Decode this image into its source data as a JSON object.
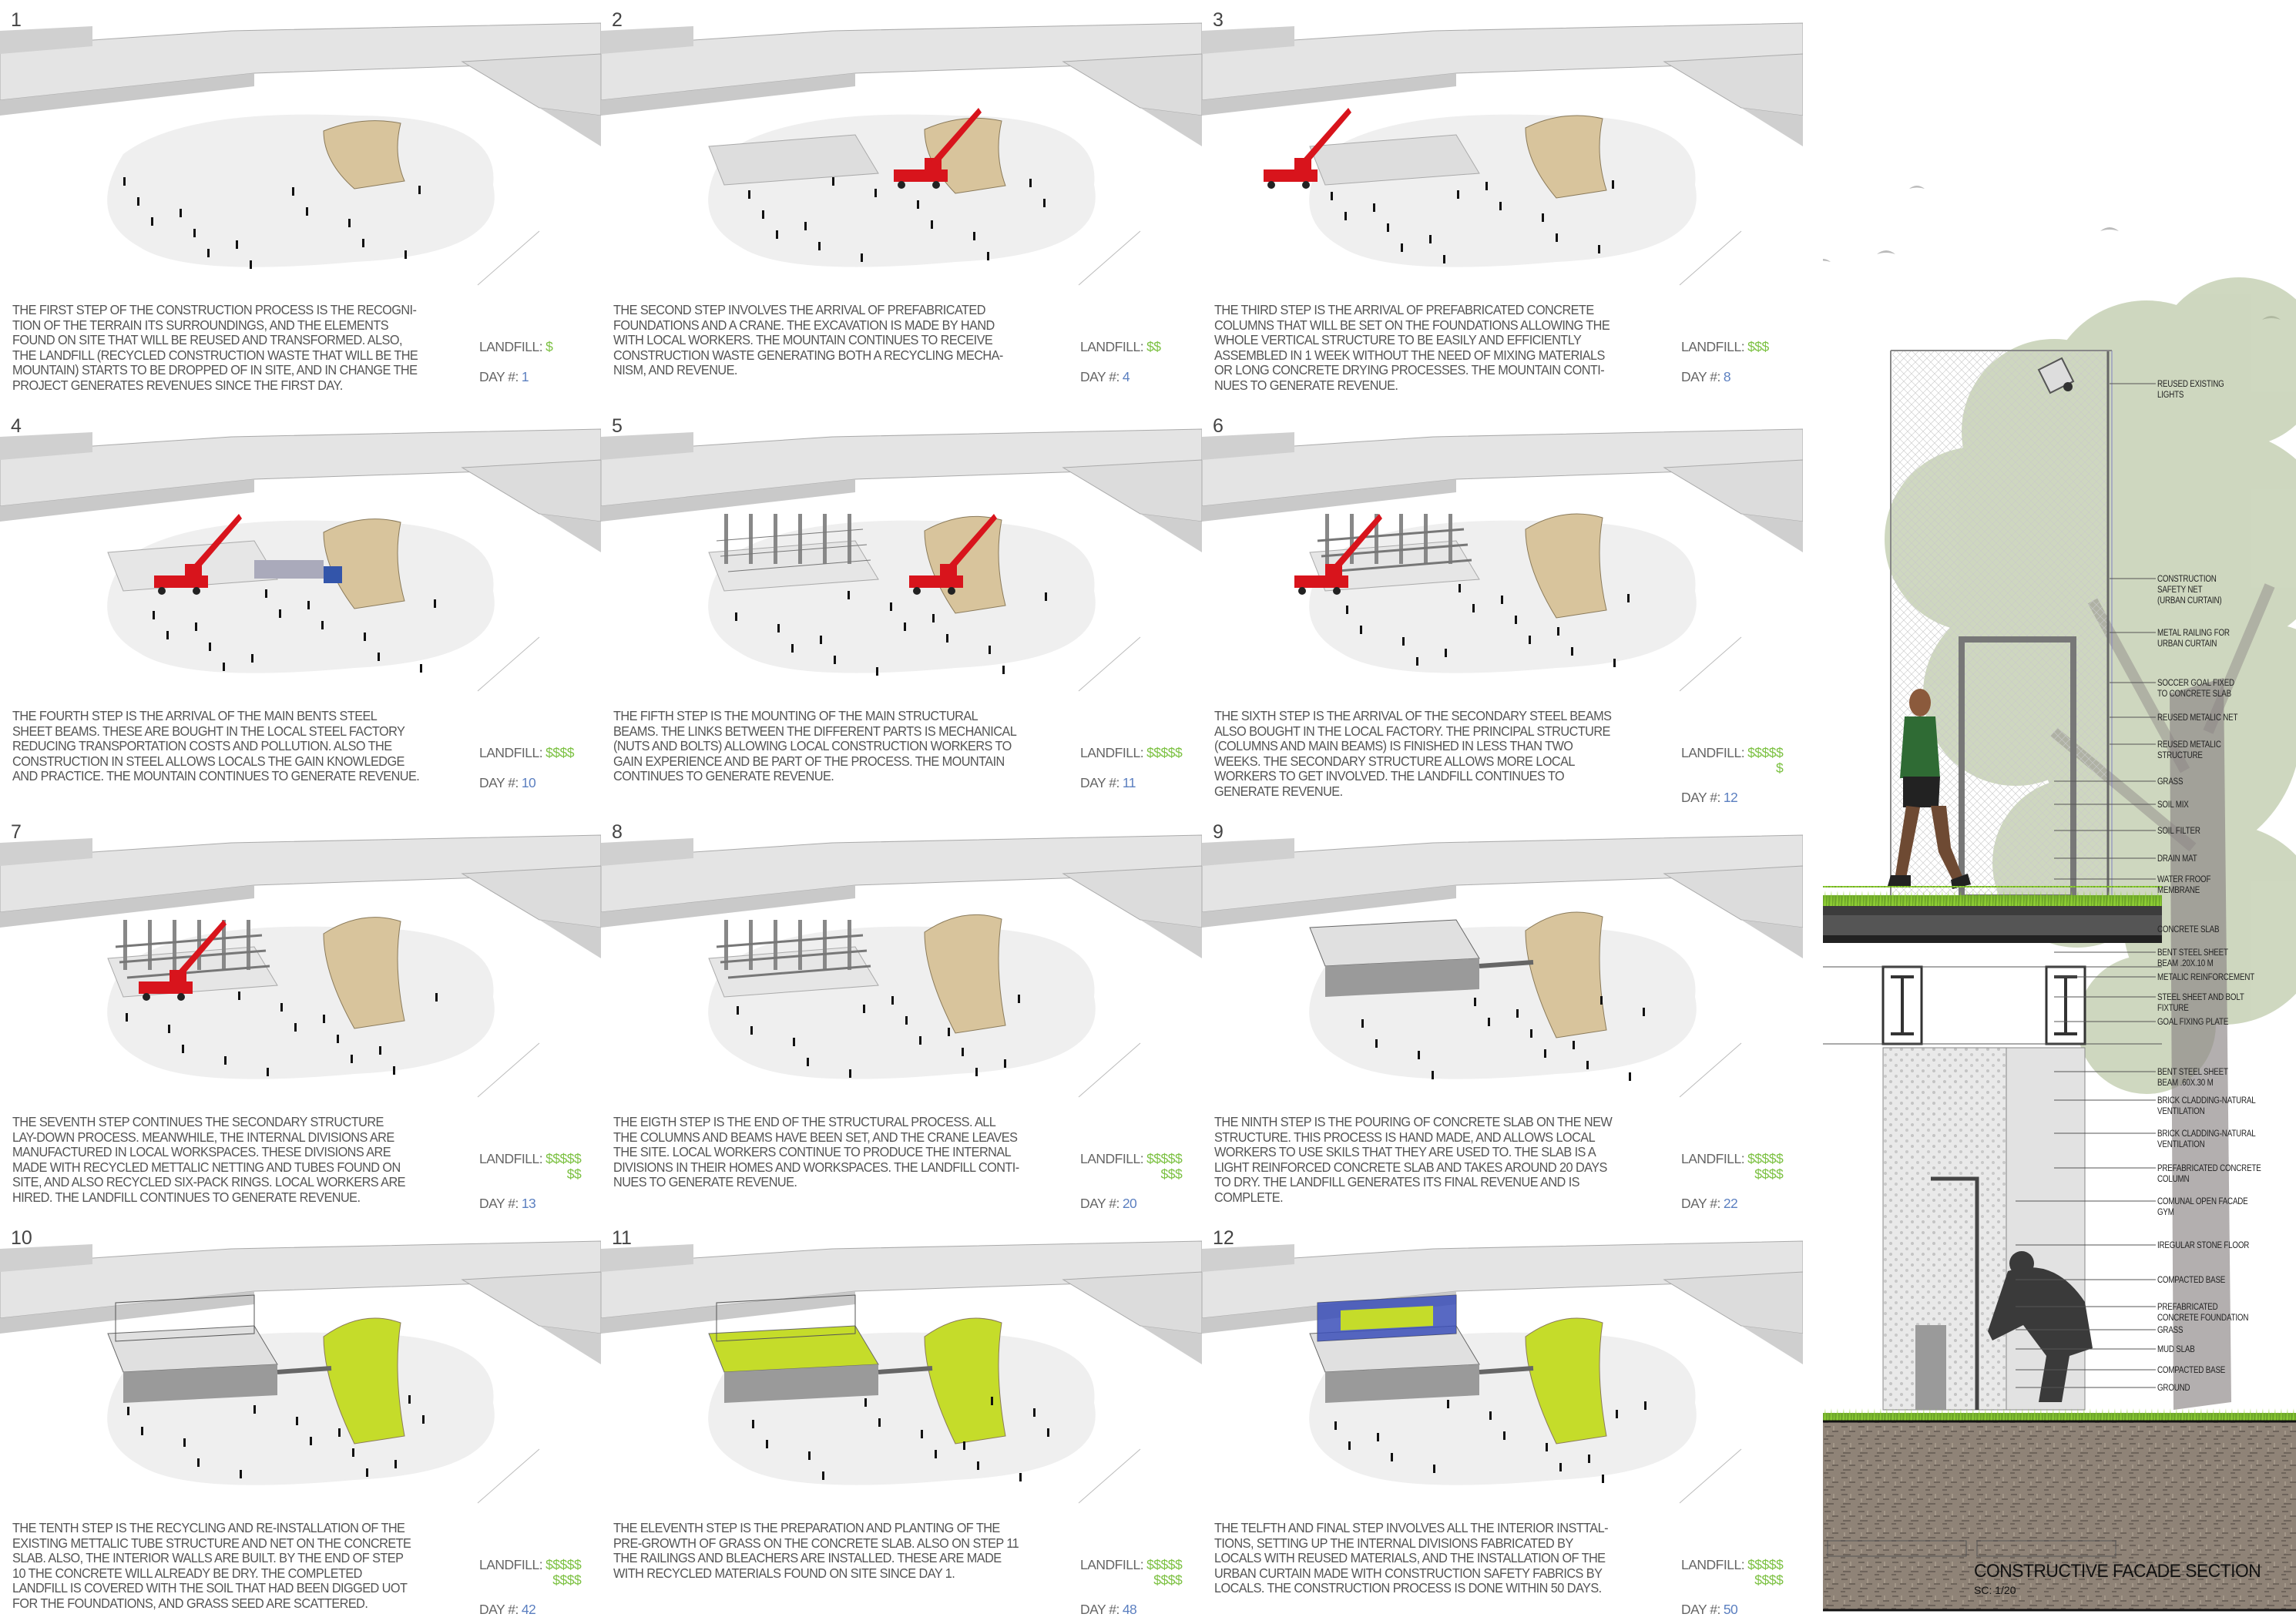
{
  "steps": [
    {
      "number": "1",
      "text": "THE FIRST STEP OF THE CONSTRUCTION PROCESS IS THE RECOGNI-\nTION OF THE TERRAIN ITS SURROUNDINGS, AND THE ELEMENTS\nFOUND ON SITE THAT WILL BE REUSED AND TRANSFORMED. ALSO,\nTHE LANDFILL (RECYCLED CONSTRUCTION WASTE THAT WILL BE THE\nMOUNTAIN) STARTS TO BE DROPPED OF IN SITE, AND IN CHANGE THE\nPROJECT GENERATES REVENUES SINCE THE FIRST DAY.",
      "landfill_label": "LANDFILL:",
      "landfill": "$",
      "day_label": "DAY #:",
      "day": "1"
    },
    {
      "number": "2",
      "text": "THE SECOND STEP INVOLVES THE ARRIVAL OF PREFABRICATED\nFOUNDATIONS AND A CRANE. THE EXCAVATION IS MADE BY HAND\nWITH LOCAL WORKERS. THE MOUNTAIN CONTINUES TO RECEIVE\nCONSTRUCTION WASTE GENERATING BOTH A RECYCLING MECHA-\nNISM, AND REVENUE.",
      "landfill_label": "LANDFILL:",
      "landfill": "$$",
      "day_label": "DAY #:",
      "day": "4"
    },
    {
      "number": "3",
      "text": "THE THIRD STEP IS THE ARRIVAL OF PREFABRICATED CONCRETE\nCOLUMNS THAT WILL BE SET ON THE FOUNDATIONS ALLOWING THE\nWHOLE VERTICAL STRUCTURE TO BE EASILY AND EFFICIENTLY\nASSEMBLED IN 1 WEEK WITHOUT THE NEED OF MIXING MATERIALS\nOR LONG CONCRETE DRYING PROCESSES. THE MOUNTAIN CONTI-\nNUES TO GENERATE REVENUE.",
      "landfill_label": "LANDFILL:",
      "landfill": "$$$",
      "day_label": "DAY #:",
      "day": "8"
    },
    {
      "number": "4",
      "text": "THE FOURTH STEP IS THE ARRIVAL OF THE MAIN BENTS STEEL\nSHEET BEAMS. THESE ARE BOUGHT IN THE LOCAL STEEL FACTORY\nREDUCING TRANSPORTATION COSTS AND POLLUTION. ALSO THE\nCONSTRUCTION IN STEEL ALLOWS LOCALS THE GAIN KNOWLEDGE\nAND PRACTICE. THE MOUNTAIN CONTINUES TO GENERATE REVENUE.",
      "landfill_label": "LANDFILL:",
      "landfill": "$$$$",
      "day_label": "DAY #:",
      "day": "10"
    },
    {
      "number": "5",
      "text": "THE FIFTH STEP IS THE MOUNTING OF THE MAIN STRUCTURAL\nBEAMS. THE LINKS BETWEEN THE DIFFERENT PARTS IS MECHANICAL\n(NUTS AND BOLTS) ALLOWING LOCAL CONSTRUCTION WORKERS TO\nGAIN EXPERIENCE AND BE PART OF THE PROCESS. THE MOUNTAIN\nCONTINUES TO GENERATE REVENUE.",
      "landfill_label": "LANDFILL:",
      "landfill": "$$$$$",
      "day_label": "DAY #:",
      "day": "11"
    },
    {
      "number": "6",
      "text": "THE SIXTH STEP IS THE ARRIVAL OF THE SECONDARY STEEL BEAMS\nALSO BOUGHT IN THE LOCAL FACTORY. THE PRINCIPAL STRUCTURE\n(COLUMNS AND MAIN BEAMS) IS FINISHED IN LESS THAN TWO\nWEEKS. THE SECONDARY STRUCTURE ALLOWS MORE LOCAL\nWORKERS TO GET INVOLVED. THE LANDFILL CONTINUES TO\nGENERATE REVENUE.",
      "landfill_label": "LANDFILL:",
      "landfill": "$$$$$\n$",
      "day_label": "DAY #:",
      "day": "12"
    },
    {
      "number": "7",
      "text": "THE SEVENTH STEP CONTINUES THE SECONDARY STRUCTURE\nLAY-DOWN PROCESS. MEANWHILE, THE INTERNAL DIVISIONS ARE\nMANUFACTURED IN LOCAL WORKSPACES. THESE DIVISIONS ARE\nMADE WITH RECYCLED METTALIC NETTING AND TUBES FOUND ON\nSITE, AND ALSO RECYCLED SIX-PACK RINGS. LOCAL WORKERS ARE\nHIRED. THE LANDFILL CONTINUES TO GENERATE REVENUE.",
      "landfill_label": "LANDFILL:",
      "landfill": "$$$$$\n$$",
      "day_label": "DAY #:",
      "day": "13"
    },
    {
      "number": "8",
      "text": "THE EIGTH STEP IS THE END OF THE STRUCTURAL PROCESS. ALL\nTHE COLUMNS AND BEAMS HAVE BEEN SET, AND THE CRANE LEAVES\nTHE SITE. LOCAL WORKERS CONTINUE TO PRODUCE THE INTERNAL\nDIVISIONS IN THEIR HOMES AND WORKSPACES. THE LANDFILL CONTI-\nNUES TO GENERATE REVENUE.",
      "landfill_label": "LANDFILL:",
      "landfill": "$$$$$\n$$$",
      "day_label": "DAY #:",
      "day": "20"
    },
    {
      "number": "9",
      "text": "THE NINTH STEP IS THE POURING OF CONCRETE SLAB ON THE NEW\nSTRUCTURE. THIS PROCESS IS HAND MADE, AND ALLOWS LOCAL\nWORKERS TO USE SKILS THAT THEY ARE USED TO. THE SLAB IS A\nLIGHT REINFORCED CONCRETE SLAB AND TAKES AROUND 20 DAYS\nTO DRY. THE LANDFILL GENERATES ITS FINAL REVENUE AND IS\nCOMPLETE.",
      "landfill_label": "LANDFILL:",
      "landfill": "$$$$$\n$$$$",
      "day_label": "DAY #:",
      "day": "22"
    },
    {
      "number": "10",
      "text": "THE TENTH STEP IS THE RECYCLING AND RE-INSTALLATION OF THE\nEXISTING METTALIC TUBE STRUCTURE AND NET ON THE CONCRETE\nSLAB. ALSO, THE INTERIOR WALLS ARE BUILT. BY THE END OF STEP\n10 THE CONCRETE WILL ALREADY BE DRY. THE COMPLETED\nLANDFILL IS COVERED WITH THE SOIL THAT HAD BEEN DIGGED UOT\nFOR THE FOUNDATIONS, AND GRASS SEED ARE SCATTERED.",
      "landfill_label": "LANDFILL:",
      "landfill": "$$$$$\n$$$$",
      "day_label": "DAY #:",
      "day": "42"
    },
    {
      "number": "11",
      "text": "THE ELEVENTH STEP IS THE PREPARATION AND PLANTING OF THE\nPRE-GROWTH OF GRASS ON THE CONCRETE SLAB. ALSO ON STEP 11\nTHE RAILINGS AND BLEACHERS ARE INSTALLED. THESE ARE MADE\nWITH RECYCLED MATERIALS FOUND ON SITE SINCE DAY 1.",
      "landfill_label": "LANDFILL:",
      "landfill": "$$$$$\n$$$$",
      "day_label": "DAY #:",
      "day": "48"
    },
    {
      "number": "12",
      "text": "THE TELFTH AND FINAL STEP INVOLVES ALL THE INTERIOR INSTTAL-\nTIONS, SETTING UP THE INTERNAL DIVISIONS FABRICATED BY\nLOCALS WITH REUSED MATERIALS, AND THE INSTALLATION OF THE\nURBAN CURTAIN MADE WITH CONSTRUCTION SAFETY FABRICS BY\nLOCALS. THE CONSTRUCTION PROCESS IS DONE WITHIN 50 DAYS.",
      "landfill_label": "LANDFILL:",
      "landfill": "$$$$$\n$$$$",
      "day_label": "DAY #:",
      "day": "50"
    }
  ],
  "section": {
    "title": "CONSTRUCTIVE FACADE SECTION",
    "scale": "SC: 1/20",
    "labels": [
      "REUSED EXISTING\nLIGHTS",
      "CONSTRUCTION\nSAFETY NET\n(URBAN CURTAIN)",
      "METAL RAILING FOR\nURBAN CURTAIN",
      "SOCCER GOAL FIXED\nTO CONCRETE SLAB",
      "REUSED METALIC NET",
      "REUSED METALIC\nSTRUCTURE",
      "GRASS",
      "SOIL MIX",
      "SOIL FILTER",
      "DRAIN MAT",
      "WATER FROOF\nMEMBRANE",
      "CONCRETE SLAB",
      "BENT STEEL SHEET\nBEAM .20X.10 M",
      "METALIC REINFORCEMENT",
      "STEEL SHEET AND BOLT\nFIXTURE",
      "GOAL FIXING PLATE",
      "BENT STEEL SHEET\nBEAM .60X.30 M",
      "BRICK CLADDING-NATURAL\nVENTILATION",
      "BRICK CLADDING-NATURAL\nVENTILATION",
      "PREFABRICATED CONCRETE\nCOLUMN",
      "COMUNAL OPEN FACADE\nGYM",
      "IREGULAR STONE FLOOR",
      "COMPACTED BASE",
      "PREFABRICATED\nCONCRETE FOUNDATION",
      "GRASS",
      "MUD SLAB",
      "COMPACTED BASE",
      "GROUND"
    ]
  },
  "colors": {
    "landfill": "#7cc142",
    "day": "#5b7fc0",
    "crane": "#d8141c",
    "mountain": "#d8c49c",
    "grass_green": "#c5dc2a",
    "section_blue": "#3b4fb8"
  }
}
